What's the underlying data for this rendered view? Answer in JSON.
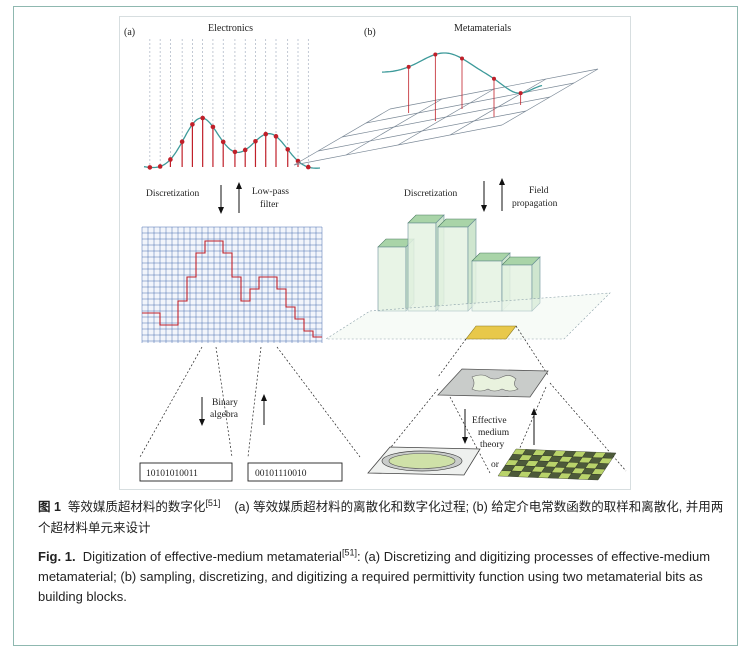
{
  "figure": {
    "panel_a_tag": "(a)",
    "panel_a_title": "Electronics",
    "panel_b_tag": "(b)",
    "panel_b_title": "Metamaterials",
    "discretization_a": "Discretization",
    "lowpass_line1": "Low-pass",
    "lowpass_line2": "filter",
    "discretization_b": "Discretization",
    "field_line1": "Field",
    "field_line2": "propagation",
    "binary_line1": "Binary",
    "binary_line2": "algebra",
    "code_left": "10101010011",
    "code_right": "00101110010",
    "emt_line1": "Effective",
    "emt_line2": "medium",
    "emt_line3": "theory",
    "or_label": "or"
  },
  "caption_cn": {
    "label": "图 1",
    "title": "等效媒质超材料的数字化",
    "ref": "[51]",
    "text": "(a) 等效媒质超材料的离散化和数字化过程; (b) 给定介电常数函数的取样和离散化, 并用两个超材料单元来设计"
  },
  "caption_en": {
    "label": "Fig. 1.",
    "title": "Digitization of effective-medium metamaterial",
    "ref": "[51]",
    "text": ": (a) Discretizing and digitizing processes of effective-medium metamaterial; (b) sampling, discretizing, and digitizing a required permittivity function using two metamaterial bits as building blocks."
  },
  "colors": {
    "accent_red": "#c0202a",
    "curve": "#3d9a9a",
    "block_green": "#bfe0c0",
    "grid_blue": "#4a6fb0",
    "frame": "#8fb8b0"
  }
}
